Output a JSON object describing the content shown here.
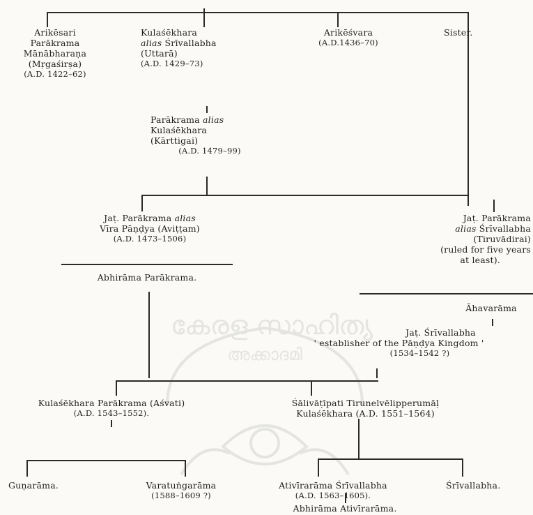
{
  "nodes": {
    "arikesari": [
      "Arikēsari",
      "Parākrama",
      "Mānābharaṇa",
      "(Mṛgaśirṣa)",
      "(A.D. 1422–62)"
    ],
    "kulasekhara_srivallabha": [
      "Kulaśēkhara",
      "alias Śrīvallabha",
      "(Uttarā)",
      "(A.D. 1429–73)"
    ],
    "arikesvara": [
      "Arikēśvara",
      "(A.D.1436–70)"
    ],
    "sister": [
      "Sister."
    ],
    "parakrama_kulasekhara": [
      "Parākrama alias",
      "Kulaśēkhara",
      "(Kārttigai)",
      "(A.D. 1479–99)"
    ],
    "vira_pandya": [
      "Jaṭ. Parākrama alias",
      "Vīra Pāṇḍya (Aviṭṭam)",
      "(A.D. 1473–1506)"
    ],
    "jat_parakrama_srivallabha": [
      "Jaṭ. Parākrama",
      "alias Śrīvallabha",
      "(Tiruvādirai)",
      "(ruled for five years",
      "at least)."
    ],
    "abhirama_parakrama": [
      "Abhirāma Parākrama."
    ],
    "ahavarama": [
      "Āhavarāma"
    ],
    "jat_srivallabha": [
      "Jaṭ. Śrīvallabha",
      "' establisher of the Pāṇḍya Kingdom '",
      "(1534–1542 ?)"
    ],
    "kulasekhara_parakrama": [
      "Kulaśēkhara Parākrama (Aśvati)",
      "(A.D. 1543–1552)."
    ],
    "salivatipati": [
      "Śālivāṭīpati Tirunelvēlipperumāḷ",
      "Kulaśēkhara (A.D. 1551–1564)"
    ],
    "gunarama": [
      "Guṇarāma."
    ],
    "varatungarama": [
      "Varatuṅgarāma",
      "(1588–1609 ?)"
    ],
    "ativirarama": [
      "Ativīrarāma Śrīvallabha",
      "(A.D. 1563–1605)."
    ],
    "srivallabha": [
      "Śrīvallabha."
    ],
    "abhirama_ativirarama": [
      "Abhirāma Ativīrarāma."
    ]
  },
  "watermark": {
    "line1": "കേരള സാഹിത്യ",
    "line2": "അക്കാദമി"
  }
}
